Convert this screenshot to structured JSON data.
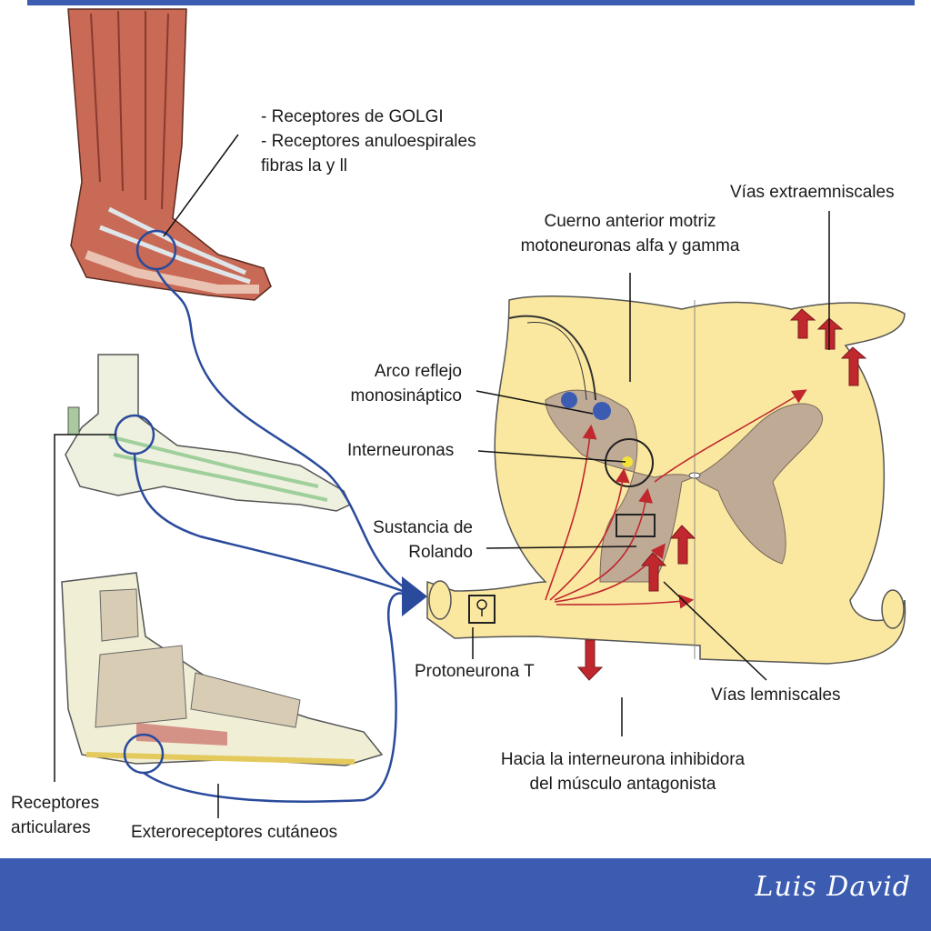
{
  "labels": {
    "foot_receptors": [
      "- Receptores de GOLGI",
      "- Receptores anuloespirales",
      "fibras la y ll"
    ],
    "extraemniscal": "Vías extraemniscales",
    "anterior_horn": [
      "Cuerno anterior motriz",
      "motoneuronas alfa y gamma"
    ],
    "reflex_arc": [
      "Arco reflejo",
      "monosináptico"
    ],
    "interneurons": "Interneuronas",
    "rolando": [
      "Sustancia de",
      "Rolando"
    ],
    "protoneuron": "Protoneurona T",
    "lemniscal": "Vías lemniscales",
    "inhibitory": [
      "Hacia la interneurona inhibidora",
      "del músculo antagonista"
    ],
    "joint_receptors": [
      "Receptores",
      "articulares"
    ],
    "skin_receptors": "Exteroreceptores cutáneos"
  },
  "signature": "Luis David",
  "colors": {
    "brand_blue": "#3c5cb2",
    "nerve_blue": "#2a4a9c",
    "white_matter": "#fbe8a0",
    "gray_matter": "#bfaa96",
    "pathway_red": "#c0282e"
  }
}
